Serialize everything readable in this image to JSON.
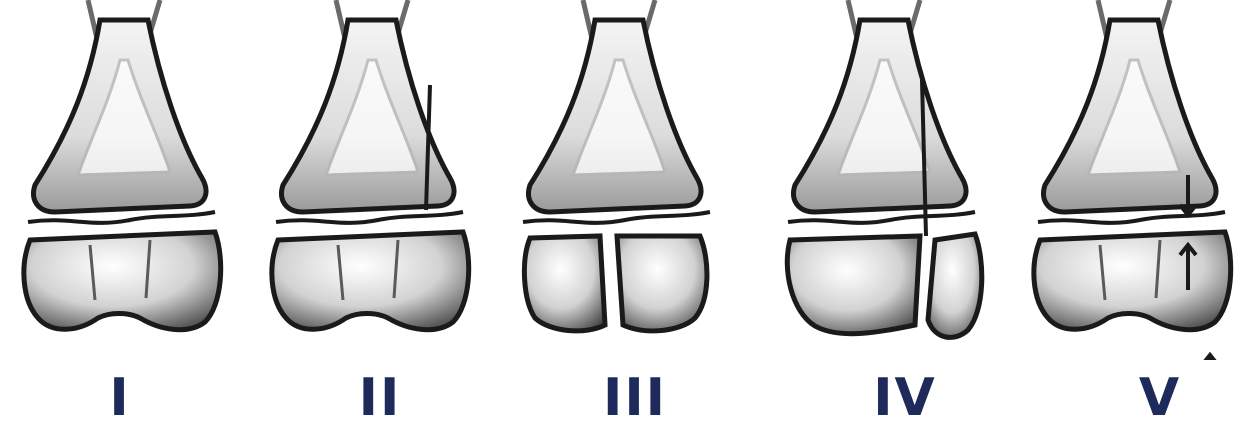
{
  "figure": {
    "label_color": "#1f2a5c",
    "outline_color": "#1a1a1a",
    "panels": [
      {
        "label": "I",
        "type": "type-1",
        "icon": "bone-femur-distal"
      },
      {
        "label": "II",
        "type": "type-2",
        "icon": "bone-femur-distal"
      },
      {
        "label": "III",
        "type": "type-3",
        "icon": "bone-femur-distal"
      },
      {
        "label": "IV",
        "type": "type-4",
        "icon": "bone-femur-distal"
      },
      {
        "label": "V",
        "type": "type-5",
        "icon": "bone-femur-distal"
      }
    ]
  }
}
